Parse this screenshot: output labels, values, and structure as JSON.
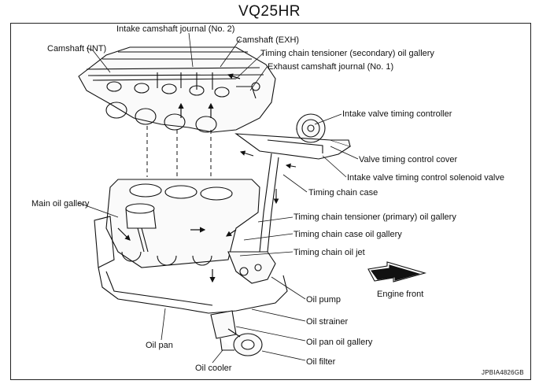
{
  "title": "VQ25HR",
  "labels": {
    "camshaft_int": "Camshaft (INT)",
    "intake_journal": "Intake camshaft journal (No. 2)",
    "camshaft_exh": "Camshaft (EXH)",
    "tensioner_secondary": "Timing chain tensioner (secondary) oil gallery",
    "exhaust_journal": "Exhaust camshaft journal (No. 1)",
    "intake_vtc": "Intake valve timing controller",
    "vtc_cover": "Valve timing control cover",
    "vtc_solenoid": "Intake valve timing control solenoid valve",
    "chain_case": "Timing chain case",
    "main_gallery": "Main oil gallery",
    "tensioner_primary": "Timing chain tensioner (primary) oil gallery",
    "case_gallery": "Timing chain case oil gallery",
    "oil_jet": "Timing chain oil jet",
    "oil_pump": "Oil pump",
    "engine_front": "Engine front",
    "oil_strainer": "Oil strainer",
    "oil_pan": "Oil pan",
    "pan_gallery": "Oil pan oil gallery",
    "oil_filter": "Oil filter",
    "oil_cooler": "Oil cooler"
  },
  "figure_code": "JPBIA4826GB"
}
